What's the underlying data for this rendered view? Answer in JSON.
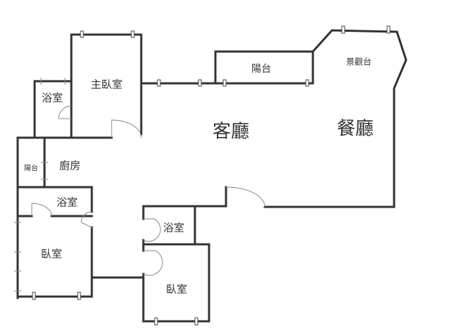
{
  "rooms": {
    "master_bedroom": "主臥室",
    "bath_master": "浴室",
    "balcony_small": "陽台",
    "kitchen": "廚房",
    "bath_2": "浴室",
    "bedroom_1": "臥室",
    "bath_3": "浴室",
    "bedroom_2": "臥室",
    "living_room": "客廳",
    "dining_room": "餐廳",
    "balcony_top": "陽台",
    "view_deck": "景觀台"
  }
}
